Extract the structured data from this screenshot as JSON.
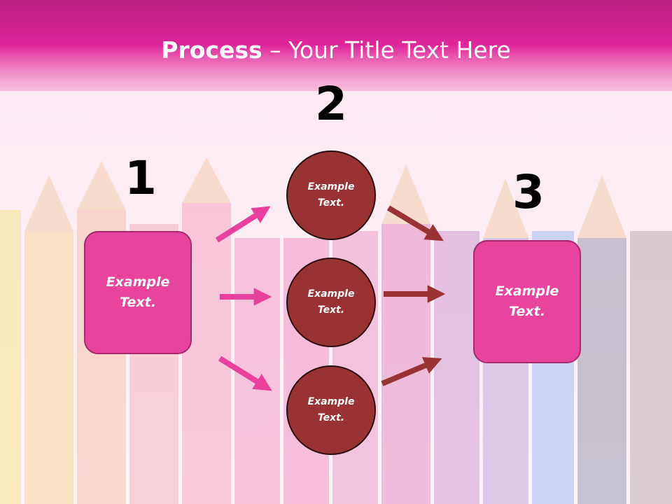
{
  "title": {
    "bold": "Process",
    "rest": " – Your Title Text Here"
  },
  "steps": {
    "n1": "1",
    "n2": "2",
    "n3": "3"
  },
  "left_box": {
    "line1": "Example",
    "line2": "Text."
  },
  "right_box": {
    "line1": "Example",
    "line2": "Text."
  },
  "circles": [
    {
      "line1": "Example",
      "line2": "Text."
    },
    {
      "line1": "Example",
      "line2": "Text."
    },
    {
      "line1": "Example",
      "line2": "Text."
    }
  ],
  "colors": {
    "header": "#e0269a",
    "box": "#e8449e",
    "circle": "#993333",
    "pink_arrow": "#e8409c",
    "red_arrow": "#993333"
  }
}
